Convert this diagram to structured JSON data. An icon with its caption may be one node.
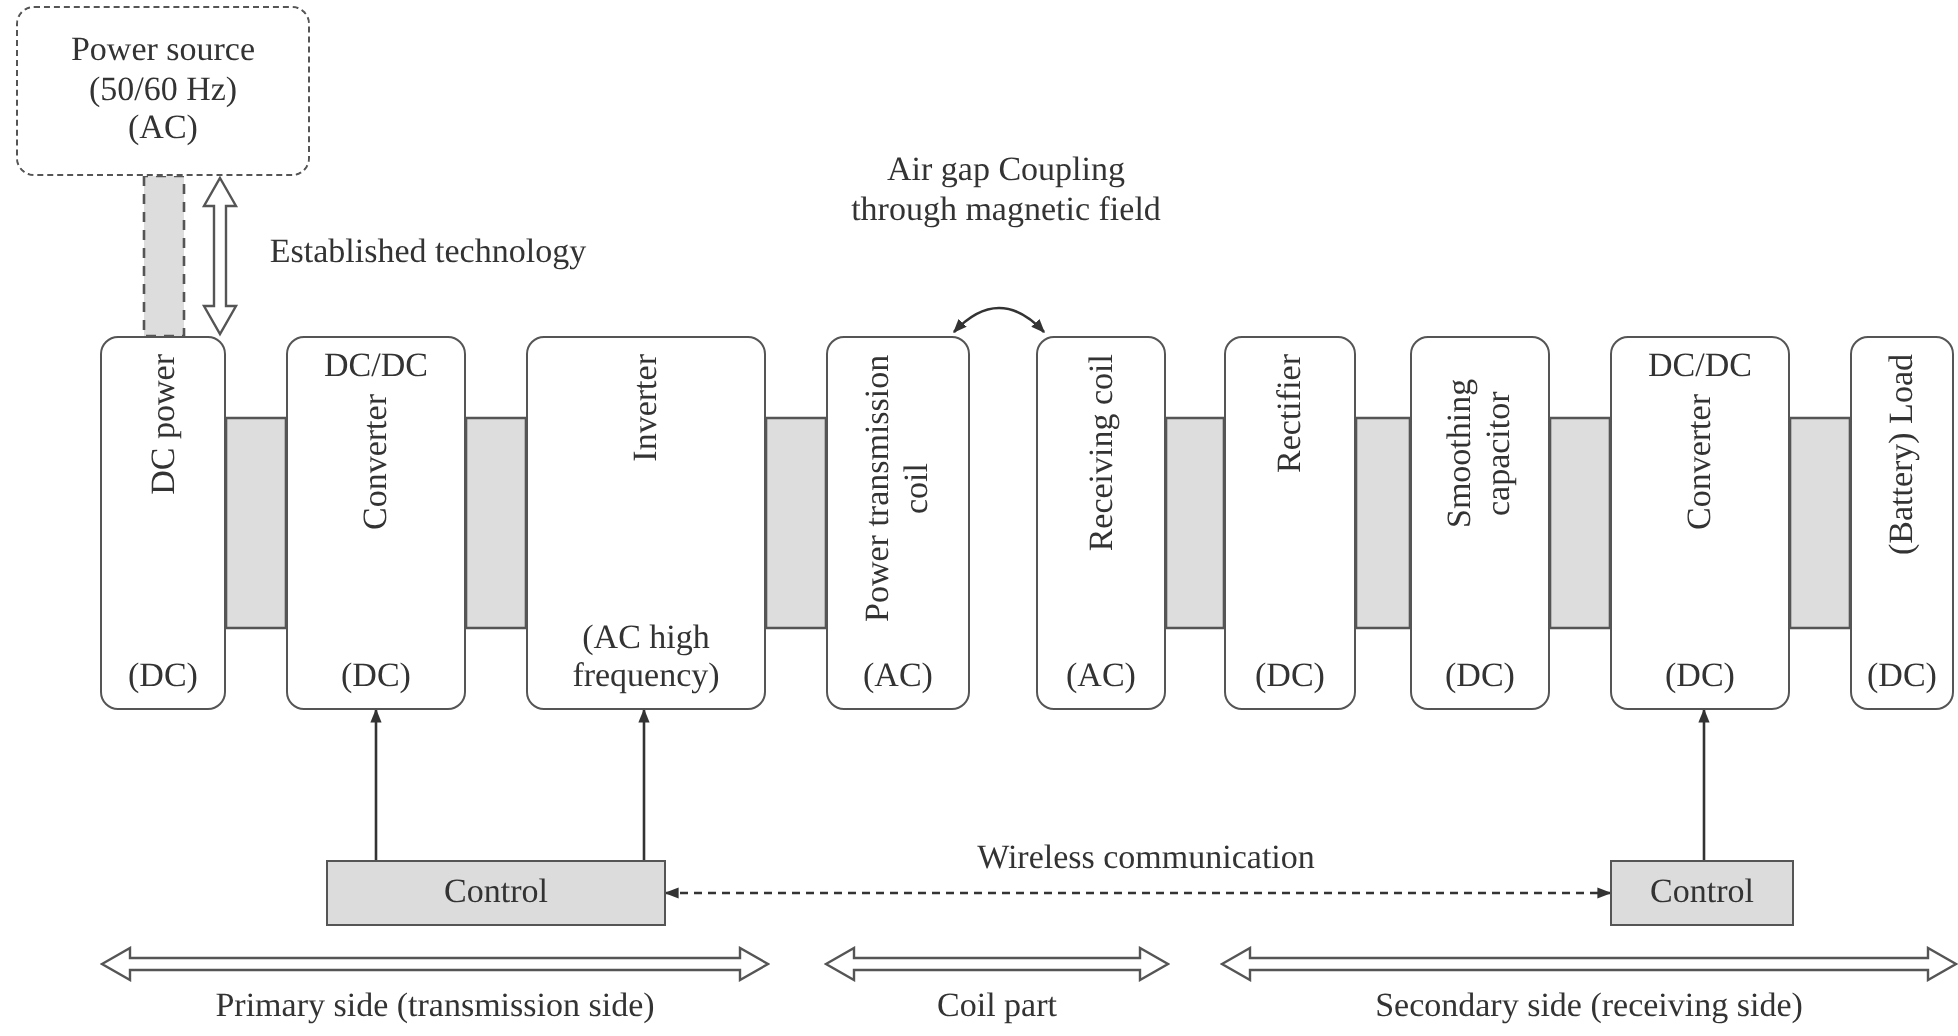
{
  "diagram": {
    "nodes": [
      {
        "text": [
          "Power source (50/60 Hz) (AC)"
        ]
      },
      {
        "text": [
          "DC power",
          "(DC)"
        ]
      },
      {
        "text": [
          "DC/DC",
          "Converter",
          "(DC)"
        ]
      },
      {
        "text": [
          "Inverter",
          "(AC high frequency)"
        ]
      },
      {
        "text": [
          "Power transmission coil",
          "(AC)"
        ]
      },
      {
        "text": [
          "Receiving coil",
          "(AC)"
        ]
      },
      {
        "text": [
          "Rectifier",
          "(DC)"
        ]
      },
      {
        "text": [
          "Smoothing capacitor",
          "(DC)"
        ]
      },
      {
        "text": [
          "DC/DC",
          "Converter",
          "(DC)"
        ]
      },
      {
        "text": [
          "(Battery) Load",
          "(DC)"
        ]
      },
      {
        "text": [
          "Control"
        ]
      },
      {
        "text": [
          "Control"
        ]
      },
      {
        "text": [
          "Primary side (transmission side)"
        ]
      },
      {
        "text": [
          "Coil part"
        ]
      },
      {
        "text": [
          "Secondary side (receiving side)"
        ]
      }
    ],
    "edges": [
      {
        "from": 0,
        "to": 1,
        "arrow": "none",
        "style": "dashed",
        "color": "#dddddd"
      },
      {
        "from": 1,
        "to": 2,
        "arrow": "none",
        "style": "thick",
        "color": "#dddddd"
      },
      {
        "from": 2,
        "to": 3,
        "arrow": "none",
        "style": "thick",
        "color": "#dddddd"
      },
      {
        "from": 3,
        "to": 4,
        "arrow": "none",
        "style": "thick",
        "color": "#dddddd"
      },
      {
        "from": 4,
        "to": 5,
        "arrow": "both",
        "label": "Air gap Coupling through magnetic field"
      },
      {
        "from": 5,
        "to": 6,
        "arrow": "none",
        "style": "thick",
        "color": "#dddddd"
      },
      {
        "from": 6,
        "to": 7,
        "arrow": "none",
        "style": "thick",
        "color": "#dddddd"
      },
      {
        "from": 7,
        "to": 8,
        "arrow": "none",
        "style": "thick",
        "color": "#dddddd"
      },
      {
        "from": 8,
        "to": 9,
        "arrow": "none",
        "style": "thick",
        "color": "#dddddd"
      },
      {
        "from": 10,
        "to": 2,
        "arrow": "to"
      },
      {
        "from": 10,
        "to": 3,
        "arrow": "to"
      },
      {
        "from": 11,
        "to": 8,
        "arrow": "to"
      },
      {
        "from": 10,
        "to": 11,
        "arrow": "both",
        "style": "dashed",
        "label": "Wireless communication"
      },
      {
        "from": 0,
        "to": 1,
        "arrow": "both",
        "style": "thick",
        "label": "Established technology"
      }
    ]
  }
}
